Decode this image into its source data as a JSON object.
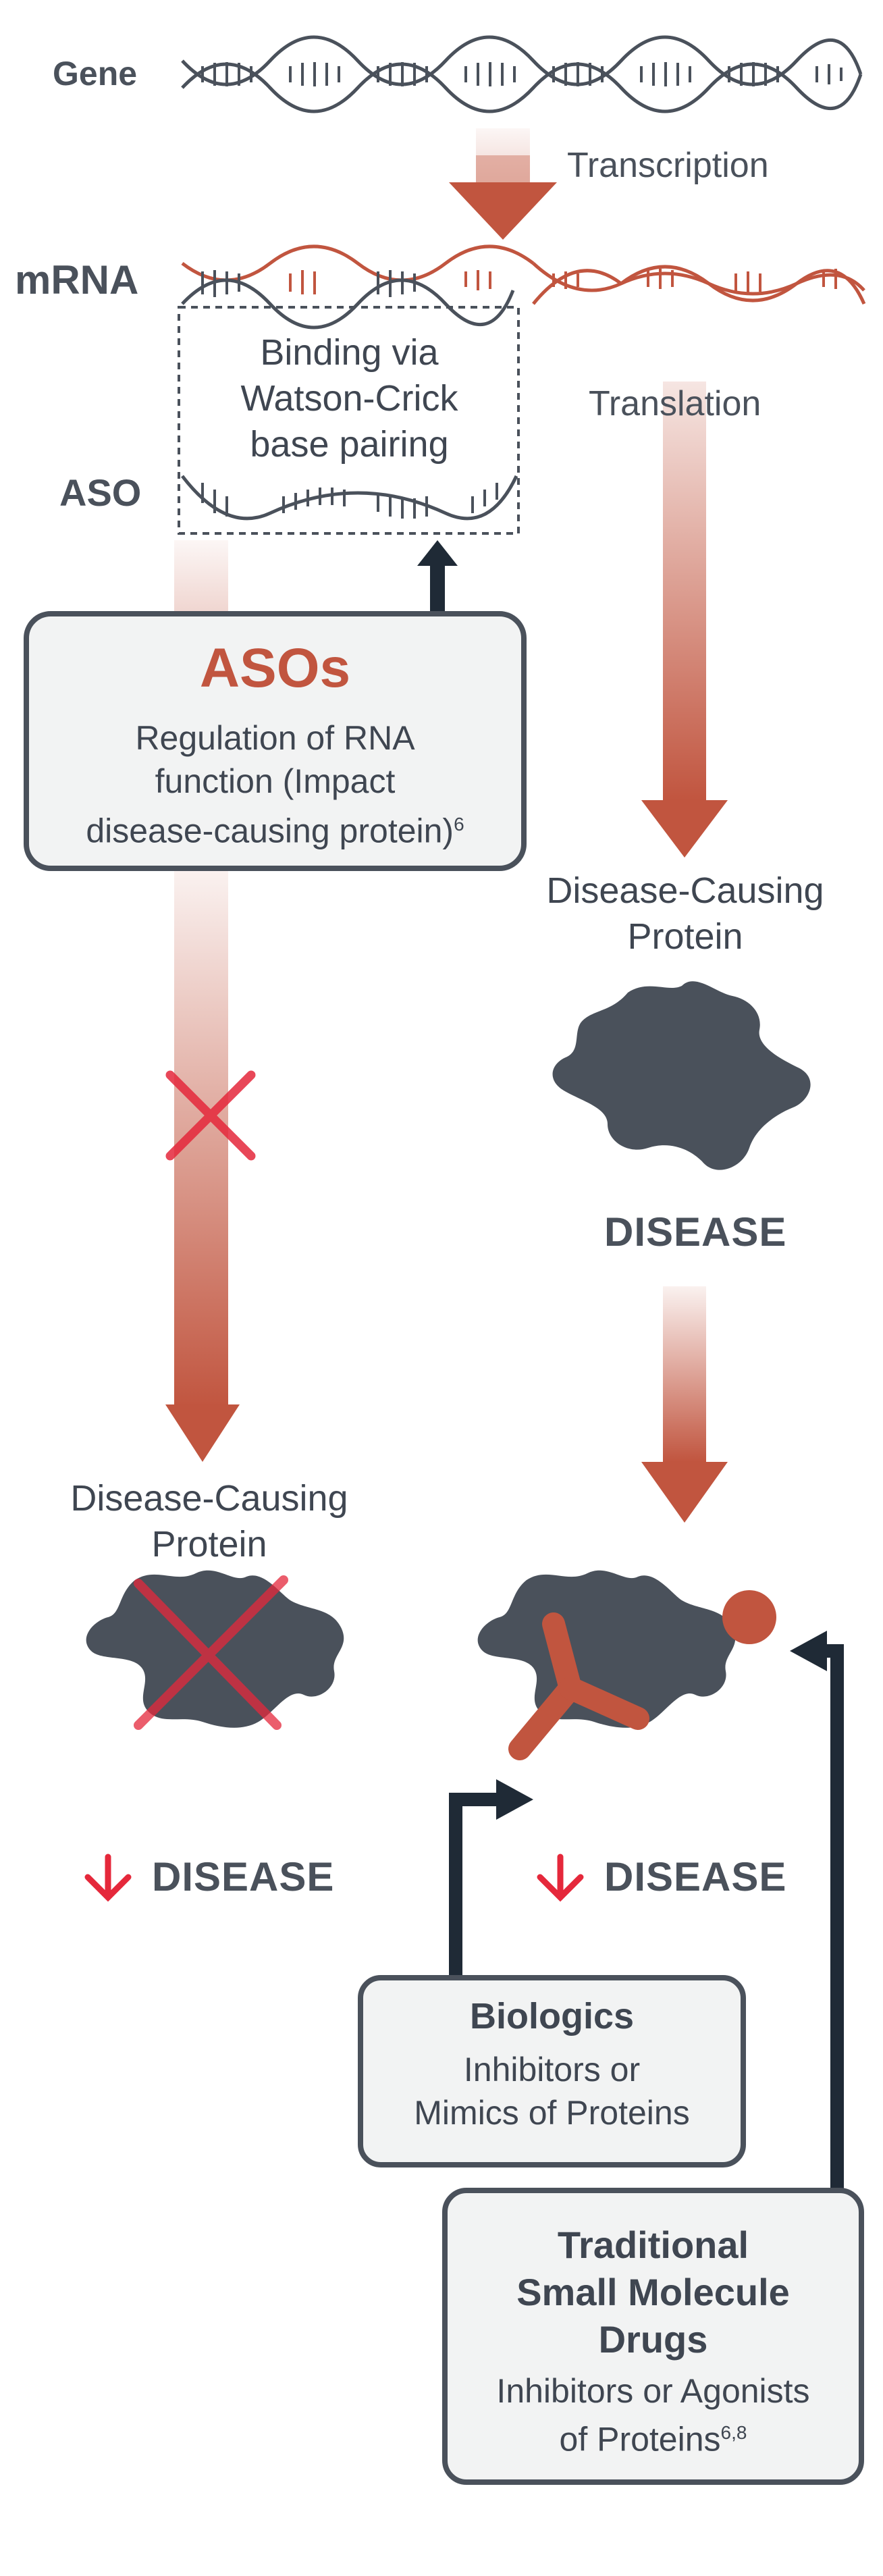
{
  "labels": {
    "gene": "Gene",
    "mrna": "mRNA",
    "aso": "ASO",
    "transcription": "Transcription",
    "translation": "Translation",
    "binding": [
      "Binding via",
      "Watson-Crick",
      "base pairing"
    ]
  },
  "aso_box": {
    "title": "ASOs",
    "lines": [
      "Regulation of RNA",
      "function (Impact",
      "disease-causing protein)"
    ],
    "superscript": "6"
  },
  "protein_left": [
    "Disease-Causing",
    "Protein"
  ],
  "protein_right": [
    "Disease-Causing",
    "Protein"
  ],
  "disease_top": "DISEASE",
  "disease_left": "DISEASE",
  "disease_right": "DISEASE",
  "biologics_box": {
    "title": "Biologics",
    "lines": [
      "Inhibitors or",
      "Mimics of Proteins"
    ]
  },
  "smd_box": {
    "title": [
      "Traditional",
      "Small Molecule",
      "Drugs"
    ],
    "lines": [
      "Inhibitors or Agonists",
      "of Proteins"
    ],
    "superscript": "6,8"
  },
  "colors": {
    "dark": "#4a515b",
    "accent": "#c1553f",
    "red": "#e5283b",
    "box_bg": "#f2f3f3"
  },
  "icons": [
    "dna-double-helix",
    "protein-blob",
    "antibody-y",
    "small-molecule-dot",
    "down-arrow-icon",
    "cross-mark-icon"
  ]
}
